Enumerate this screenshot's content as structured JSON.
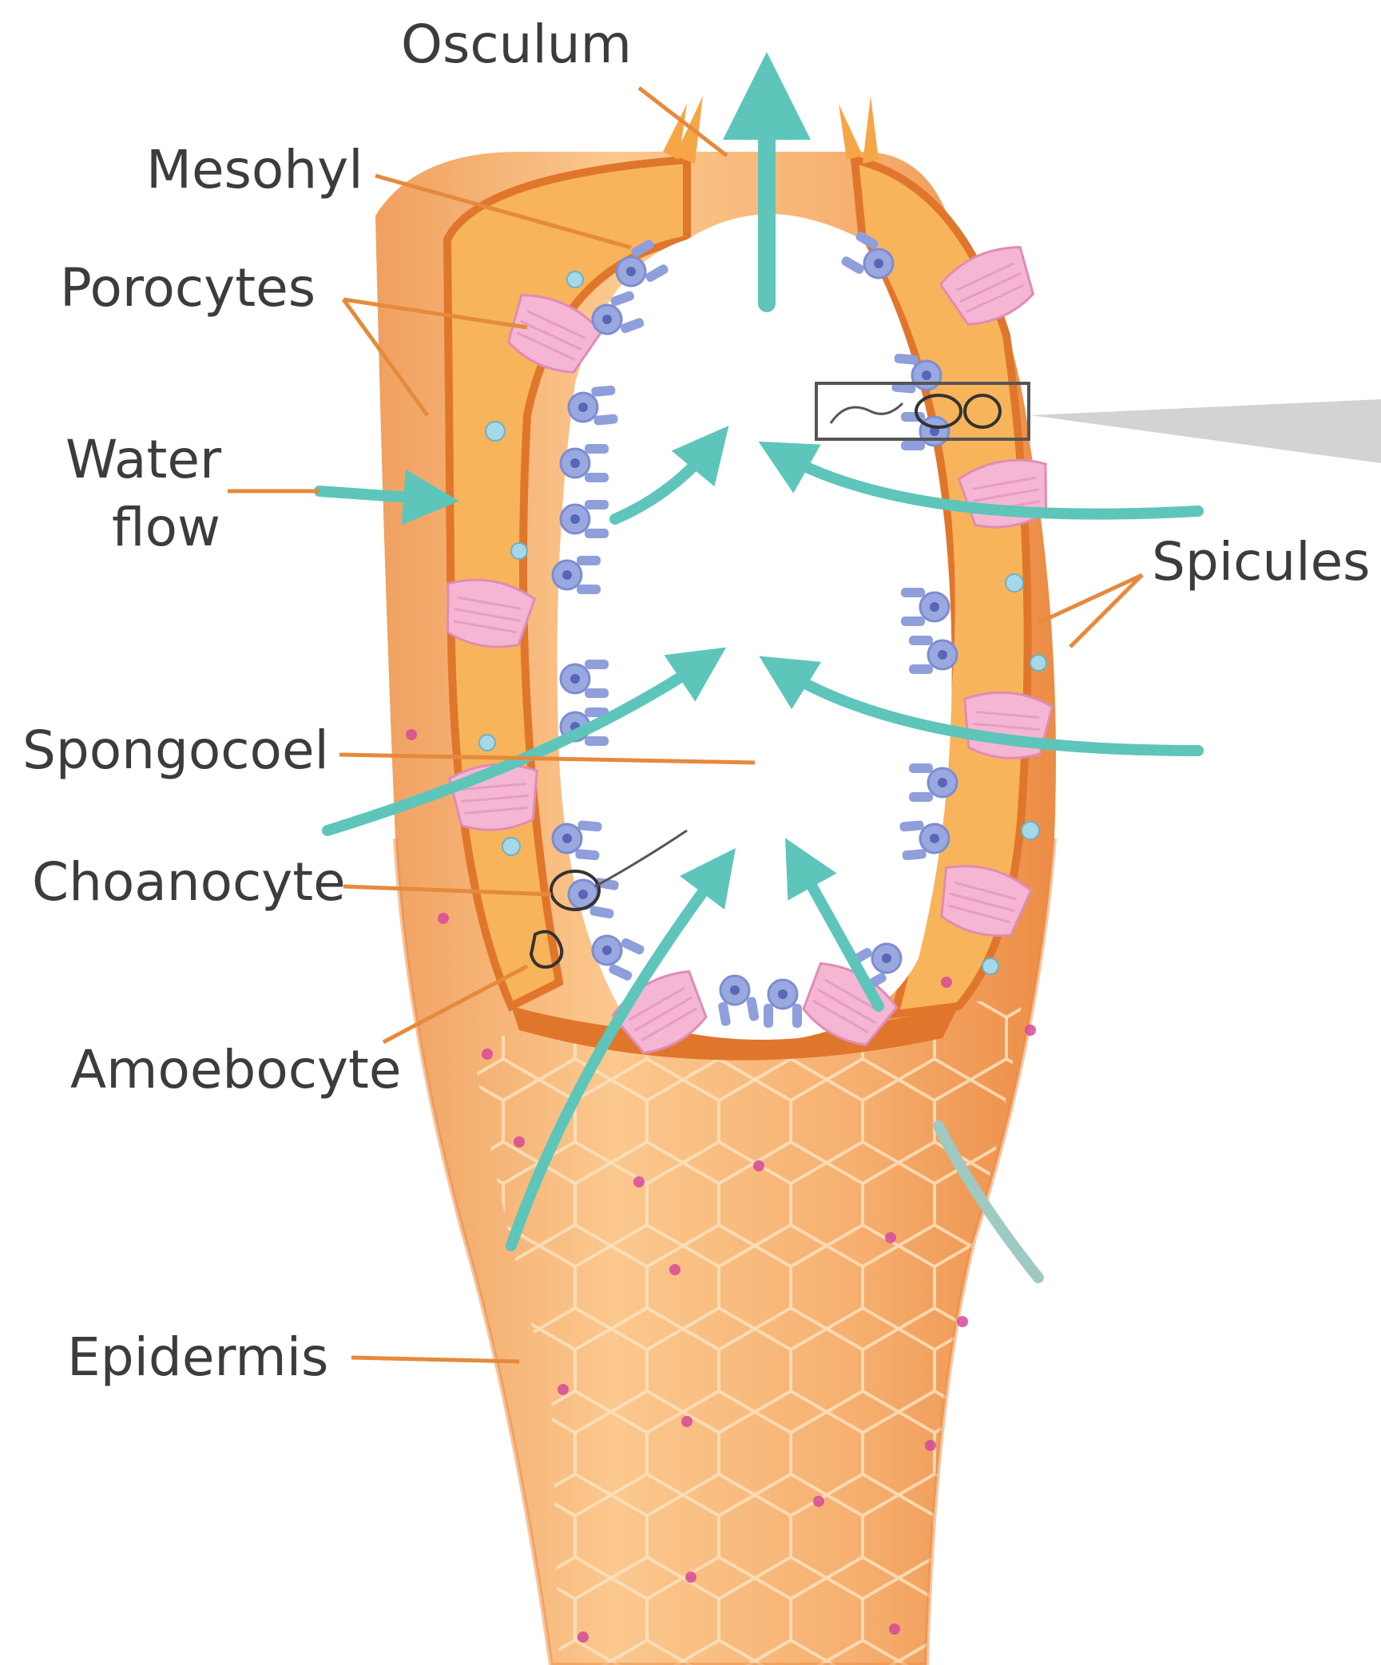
{
  "labels": {
    "osculum": "Osculum",
    "mesohyl": "Mesohyl",
    "porocytes": "Porocytes",
    "water_flow_line1": "Water",
    "water_flow_line2": "flow",
    "spicules": "Spicules",
    "spongocoel": "Spongocoel",
    "choanocyte": "Choanocyte",
    "amoebocyte": "Amoebocyte",
    "epidermis": "Epidermis"
  },
  "colors": {
    "body_orange": "#f4a45f",
    "body_orange_dark": "#e9823a",
    "mesohyl_yellow": "#f9c25a",
    "leader_line": "#e58a3c",
    "water_arrow": "#5ec5bb",
    "choanocyte_blue": "#8f9fdc",
    "porocyte_pink": "#f0a9c8",
    "epidermis_nucleus": "#d6499a",
    "label_text": "#3c3c3c"
  }
}
